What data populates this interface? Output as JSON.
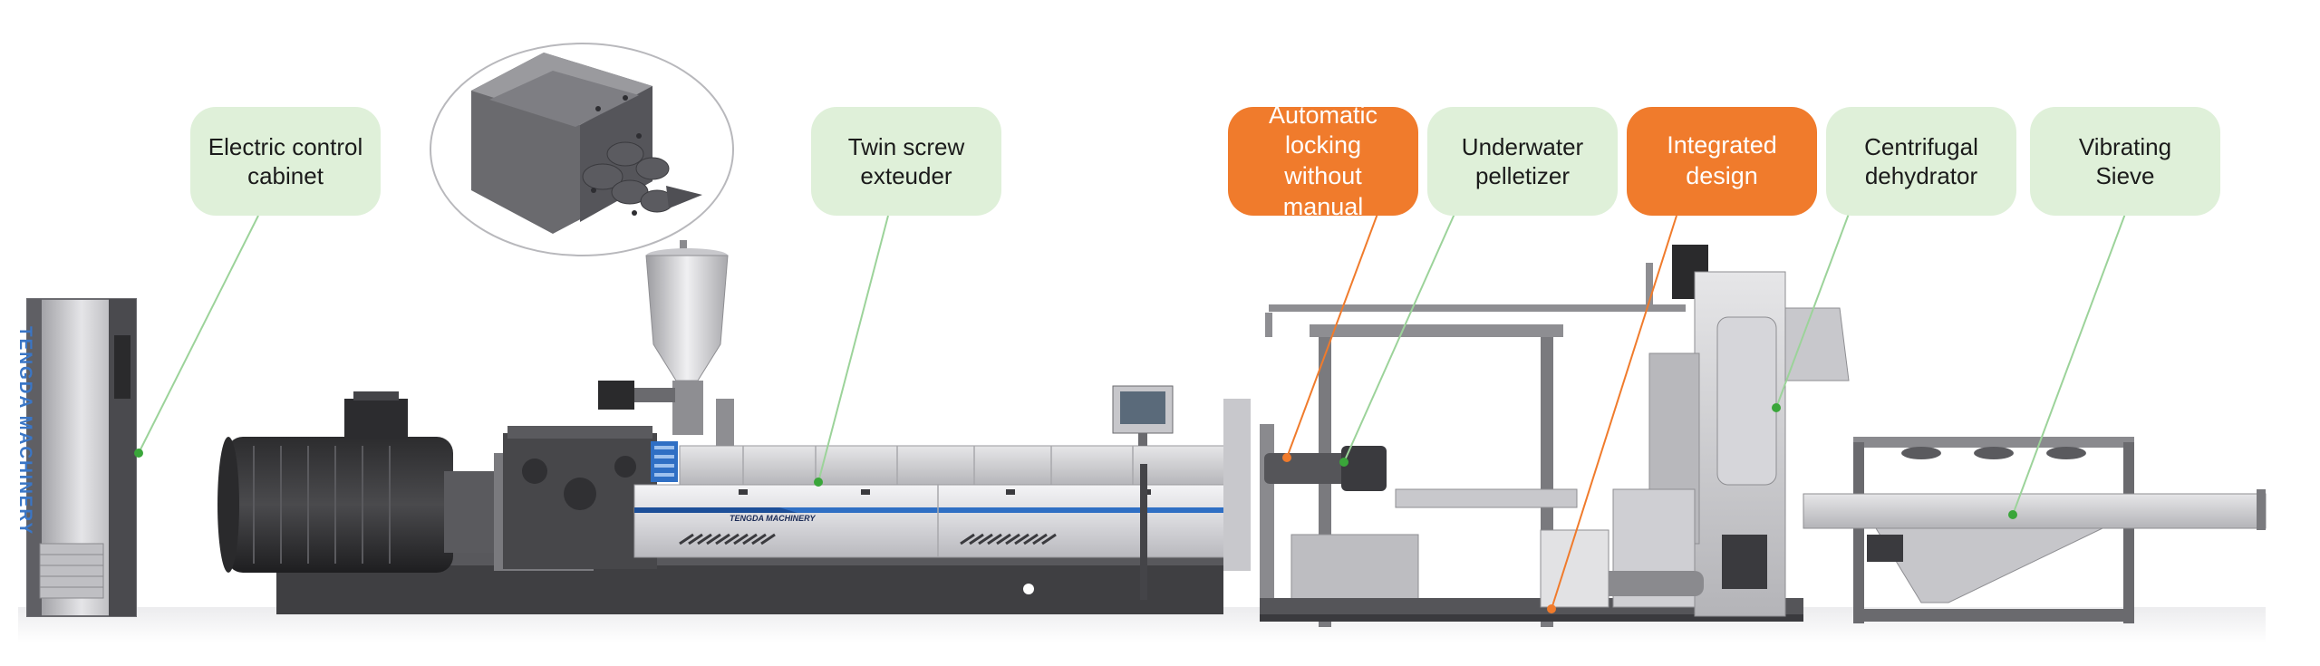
{
  "callouts": [
    {
      "id": "electric-control-cabinet",
      "label": "Electric control cabinet",
      "style": "green"
    },
    {
      "id": "twin-screw-extruder",
      "label": "Twin screw exteuder",
      "style": "green"
    },
    {
      "id": "automatic-locking",
      "label": "Automatic locking\nwithout manual",
      "style": "orange"
    },
    {
      "id": "underwater-pelletizer",
      "label": "Underwater pelletizer",
      "style": "green"
    },
    {
      "id": "integrated-design",
      "label": "Integrated design",
      "style": "orange"
    },
    {
      "id": "centrifugal-dehydrator",
      "label": "Centrifugal dehydrator",
      "style": "green"
    },
    {
      "id": "vibrating-sieve",
      "label": "Vibrating Sieve",
      "style": "green"
    }
  ],
  "brand": {
    "cabinet_text": "TENGDA MACHINERY",
    "extruder_text": "TENGDA MACHINERY"
  },
  "colors": {
    "callout_green": "#dff0d9",
    "callout_orange": "#f07b2c",
    "leader_green": "#9cd39a",
    "leader_orange": "#f07b2c",
    "machine_dark": "#3c3c3e",
    "machine_light": "#dcdcde",
    "accent_blue": "#2f6fc4"
  }
}
